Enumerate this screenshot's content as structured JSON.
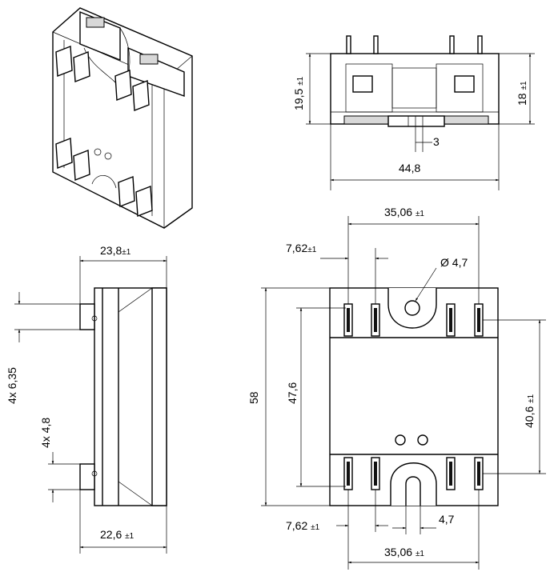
{
  "dimensions": {
    "height_front": "19,5",
    "height_front_tol": "±1",
    "height_right": "18",
    "height_right_tol": "±1",
    "gap": "3",
    "width_total": "44,8",
    "side_depth_top": "23,8",
    "side_depth_top_tol": "±1",
    "pitch_label": "4x 6,35",
    "width_label": "4x 4,8",
    "side_depth_bottom": "22,6",
    "side_depth_bottom_tol": "±1",
    "span_top": "35,06",
    "span_top_tol": "±1",
    "offset_top": "7,62",
    "offset_top_tol": "±1",
    "hole_dia": "Ø 4,7",
    "length_total": "58",
    "length_inner": "47,6",
    "pin_spacing": "40,6",
    "pin_spacing_tol": "±1",
    "offset_bottom": "7,62",
    "offset_bottom_tol": "±1",
    "slot_width": "4,7",
    "span_bottom": "35,06",
    "span_bottom_tol": "±1"
  }
}
